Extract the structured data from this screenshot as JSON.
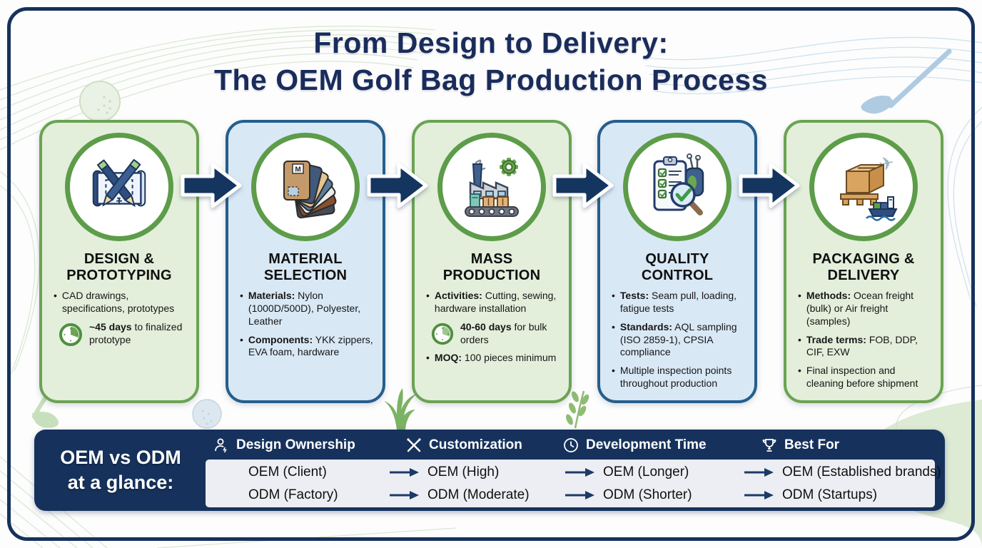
{
  "title": {
    "line1": "From Design to Delivery:",
    "line2": "The OEM Golf Bag Production Process"
  },
  "colors": {
    "navy": "#16325c",
    "green_border": "#6ba352",
    "green_bg": "#e3eedb",
    "blue_border": "#255e8c",
    "blue_bg": "#d9e8f5",
    "circle_ring": "#5d9c49",
    "arrow": "#14355f",
    "panel_bg": "#eceef3"
  },
  "steps": [
    {
      "icon": "blueprint-pencils-icon",
      "theme": "green",
      "title1": "DESIGN &",
      "title2": "PROTOTYPING",
      "bullet1": {
        "b": "",
        "t": "CAD drawings, specifications, prototypes"
      },
      "clock": {
        "b": "~45 days",
        "t": " to finalized prototype"
      }
    },
    {
      "icon": "fabric-swatches-icon",
      "theme": "blue",
      "title1": "MATERIAL",
      "title2": "SELECTION",
      "bullet1": {
        "b": "Materials:",
        "t": " Nylon (1000D/500D), Polyester, Leather"
      },
      "bullet2": {
        "b": "Components:",
        "t": " YKK zippers, EVA foam, hardware"
      }
    },
    {
      "icon": "factory-icon",
      "theme": "green",
      "title1": "MASS",
      "title2": "PRODUCTION",
      "bullet1": {
        "b": "Activities:",
        "t": " Cutting, sewing, hardware installation"
      },
      "clock": {
        "b": "40-60 days",
        "t": " for bulk orders"
      },
      "bullet2": {
        "b": "MOQ:",
        "t": " 100 pieces minimum"
      }
    },
    {
      "icon": "quality-clipboard-icon",
      "theme": "blue",
      "title1": "QUALITY",
      "title2": "CONTROL",
      "bullet1": {
        "b": "Tests:",
        "t": " Seam pull, loading, fatigue tests"
      },
      "bullet2": {
        "b": "Standards:",
        "t": " AQL sampling (ISO 2859-1), CPSIA compliance"
      },
      "bullet3": {
        "b": "",
        "t": "Multiple inspection points throughout production"
      }
    },
    {
      "icon": "shipping-box-icon",
      "theme": "green",
      "title1": "PACKAGING &",
      "title2": "DELIVERY",
      "bullet1": {
        "b": "Methods:",
        "t": " Ocean freight (bulk) or Air freight (samples)"
      },
      "bullet2": {
        "b": "Trade terms:",
        "t": " FOB, DDP, CIF, EXW"
      },
      "bullet3": {
        "b": "",
        "t": "Final inspection and cleaning before shipment"
      }
    }
  ],
  "comparison": {
    "label_line1": "OEM vs ODM",
    "label_line2": "at a glance:",
    "columns": [
      {
        "icon": "person-icon",
        "label": "Design Ownership"
      },
      {
        "icon": "crossed-tools-icon",
        "label": "Customization"
      },
      {
        "icon": "clock-icon",
        "label": "Development Time"
      },
      {
        "icon": "trophy-icon",
        "label": "Best For"
      }
    ],
    "rows": [
      {
        "cells": [
          "OEM (Client)",
          "OEM (High)",
          "OEM (Longer)",
          "OEM (Established brands)"
        ]
      },
      {
        "cells": [
          "ODM (Factory)",
          "ODM (Moderate)",
          "ODM (Shorter)",
          "ODM (Startups)"
        ]
      }
    ]
  }
}
